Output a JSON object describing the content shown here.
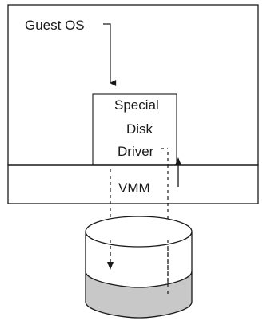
{
  "diagram": {
    "guest_os_label": "Guest OS",
    "driver_label_line1": "Special",
    "driver_label_line2": "Disk",
    "driver_label_line3": "Driver",
    "vmm_label": "VMM"
  },
  "colors": {
    "stroke": "#1a1a1a",
    "disk_fill": "#c8c8c8",
    "background": "#ffffff"
  }
}
